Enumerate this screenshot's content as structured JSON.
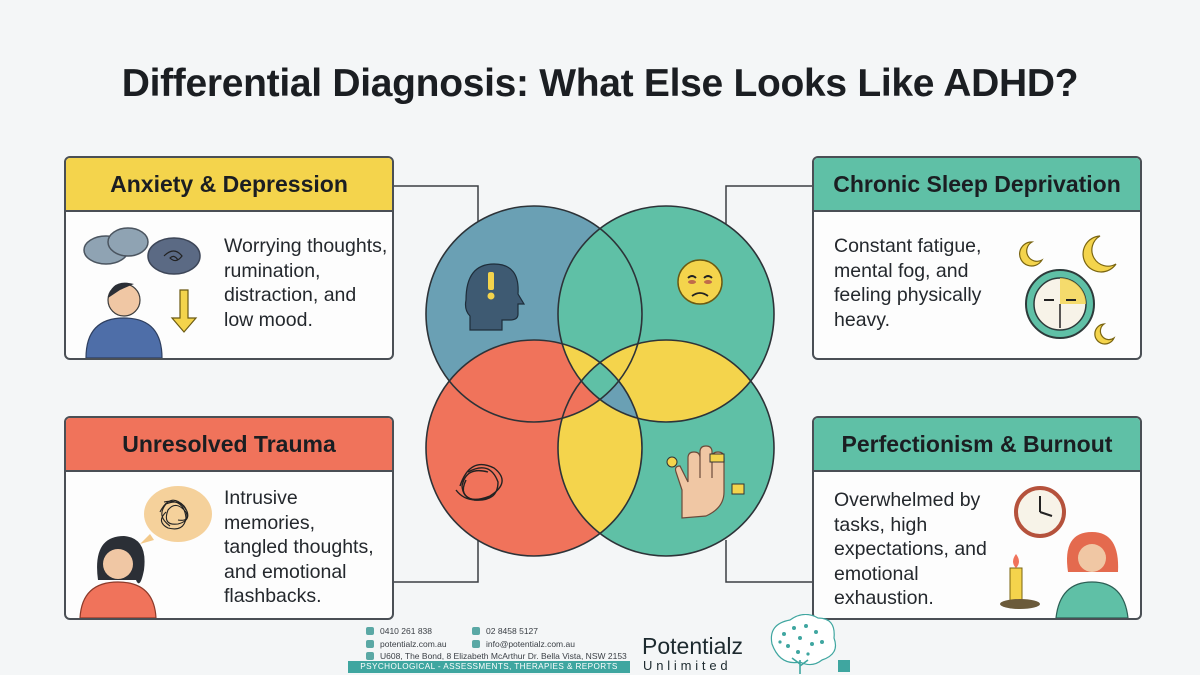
{
  "title": "Differential Diagnosis: What Else Looks Like ADHD?",
  "cards": {
    "anxiety": {
      "heading": "Anxiety & Depression",
      "lines": [
        "Worrying thoughts,",
        "rumination,",
        "distraction, and",
        "low mood."
      ]
    },
    "sleep": {
      "heading": "Chronic Sleep Deprivation",
      "lines": [
        "Constant fatigue,",
        "mental fog, and",
        "feeling physically",
        "heavy."
      ]
    },
    "trauma": {
      "heading": "Unresolved Trauma",
      "lines": [
        "Intrusive",
        "memories,",
        "tangled thoughts,",
        "and emotional",
        "flashbacks."
      ]
    },
    "burnout": {
      "heading": "Perfectionism & Burnout",
      "lines": [
        "Overwhelmed by",
        "tasks, high",
        "expectations, and",
        "emotional",
        "exhaustion."
      ]
    }
  },
  "colors": {
    "yellow": "#f4d44c",
    "teal": "#5fc0a6",
    "coral": "#f0735b",
    "blue": "#6aa0b4"
  },
  "footer": {
    "phone": "0410  261 838",
    "fax": "02 8458 5127",
    "website": "potentialz.com.au",
    "email": "info@potentialz.com.au",
    "address": "U608, The Bond, 8 Elizabeth McArthur Dr. Bella Vista, NSW 2153",
    "tagline": "PSYCHOLOGICAL - ASSESSMENTS, THERAPIES & REPORTS",
    "brand_name": "Potentialz",
    "brand_sub": "Unlimited"
  }
}
